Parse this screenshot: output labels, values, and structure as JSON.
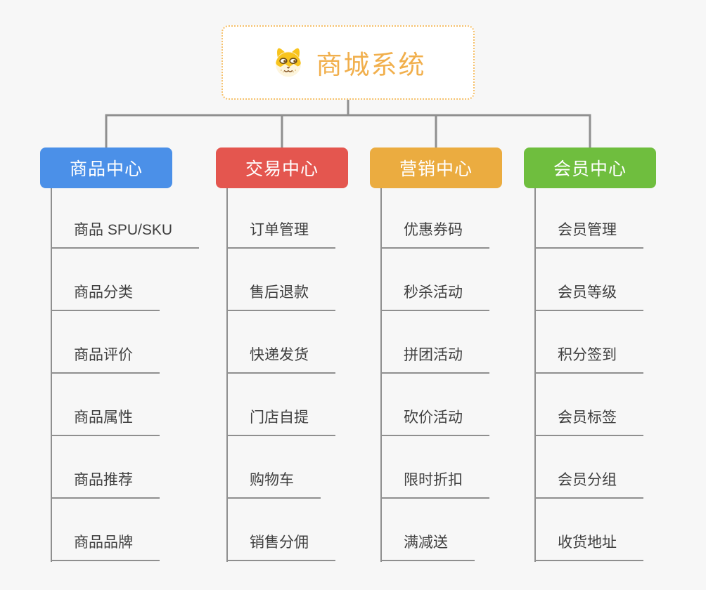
{
  "root": {
    "title": "商城系统",
    "icon": "doge-icon"
  },
  "branches": [
    {
      "label": "商品中心",
      "color": "#4b90e8",
      "items": [
        "商品 SPU/SKU",
        "商品分类",
        "商品评价",
        "商品属性",
        "商品推荐",
        "商品品牌"
      ]
    },
    {
      "label": "交易中心",
      "color": "#e4564f",
      "items": [
        "订单管理",
        "售后退款",
        "快递发货",
        "门店自提",
        "购物车",
        "销售分佣"
      ]
    },
    {
      "label": "营销中心",
      "color": "#ebac40",
      "items": [
        "优惠券码",
        "秒杀活动",
        "拼团活动",
        "砍价活动",
        "限时折扣",
        "满减送"
      ]
    },
    {
      "label": "会员中心",
      "color": "#6fbe3e",
      "items": [
        "会员管理",
        "会员等级",
        "积分签到",
        "会员标签",
        "会员分组",
        "收货地址"
      ]
    }
  ],
  "colors": {
    "background": "#f7f7f7",
    "connector": "#8f8f8f",
    "root_border": "#f6c06a",
    "root_text": "#f1af4c",
    "leaf_text": "#3f3f3f",
    "node_text": "#ffffff"
  }
}
